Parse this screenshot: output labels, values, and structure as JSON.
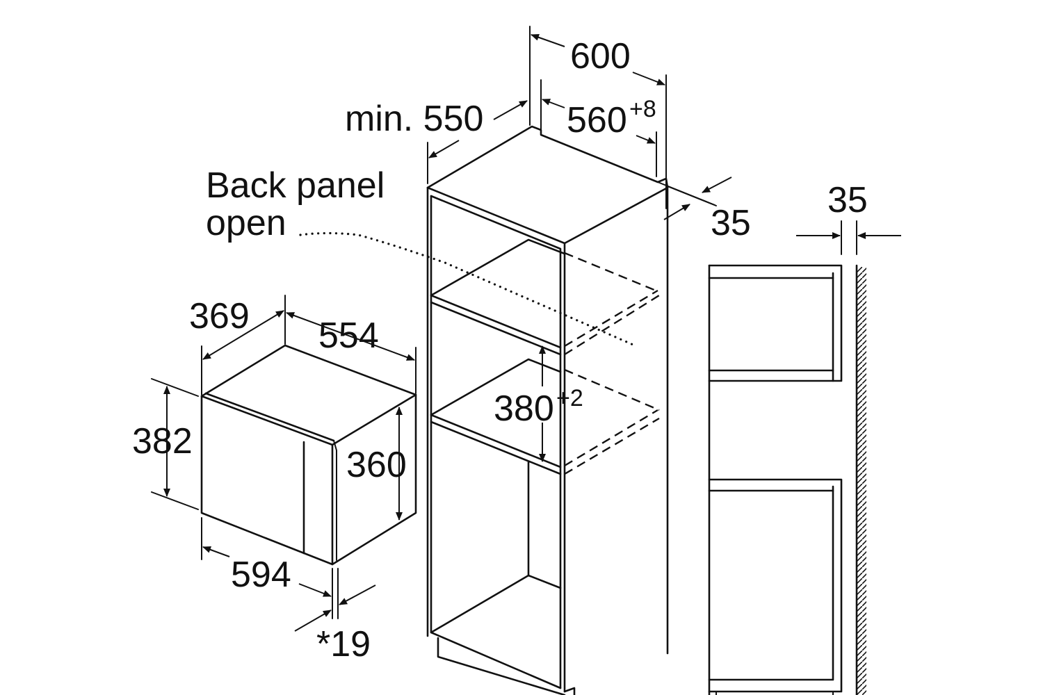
{
  "labels": {
    "width_600": "600",
    "min_550": "min. 550",
    "width_560": "560",
    "width_560_tol": "+8",
    "depth_35_top": "35",
    "gap_35_side": "35",
    "back_panel_line1": "Back panel",
    "back_panel_line2": "open",
    "dim_369": "369",
    "dim_554": "554",
    "dim_382": "382",
    "dim_360": "360",
    "dim_594": "594",
    "dim_19": "*19",
    "niche_380": "380",
    "niche_380_tol": "+2"
  }
}
